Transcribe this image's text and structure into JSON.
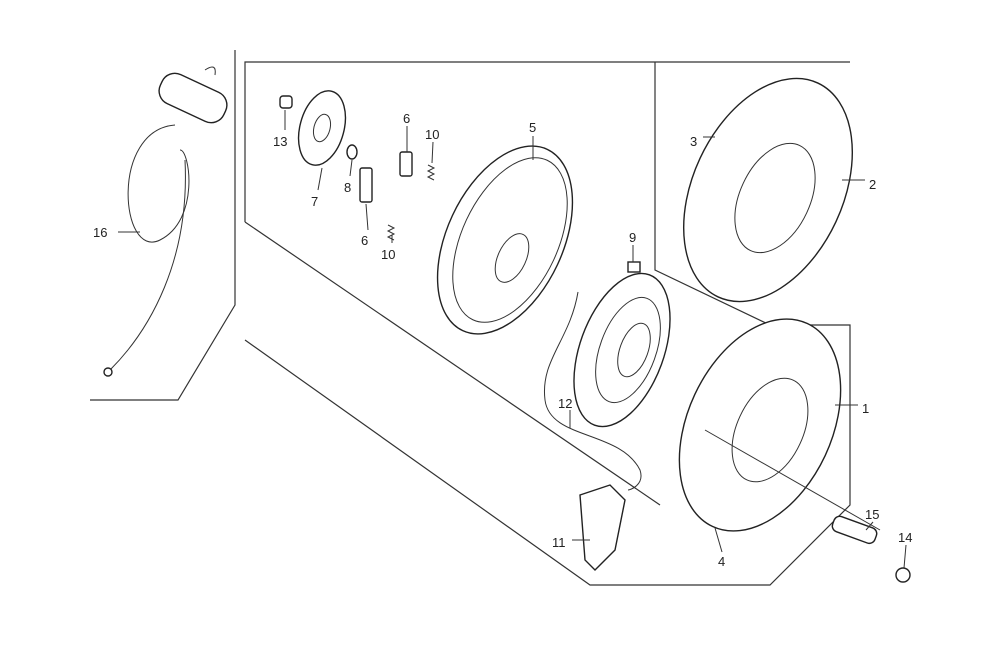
{
  "diagram": {
    "title_visible": false,
    "callouts": [
      {
        "id": "c16",
        "text": "16"
      },
      {
        "id": "c13",
        "text": "13"
      },
      {
        "id": "c7",
        "text": "7"
      },
      {
        "id": "c8",
        "text": "8"
      },
      {
        "id": "c6a",
        "text": "6"
      },
      {
        "id": "c10a",
        "text": "10"
      },
      {
        "id": "c6b",
        "text": "6"
      },
      {
        "id": "c10b",
        "text": "10"
      },
      {
        "id": "c5",
        "text": "5"
      },
      {
        "id": "c9",
        "text": "9"
      },
      {
        "id": "c3",
        "text": "3"
      },
      {
        "id": "c2",
        "text": "2"
      },
      {
        "id": "c1",
        "text": "1"
      },
      {
        "id": "c12",
        "text": "12"
      },
      {
        "id": "c11",
        "text": "11"
      },
      {
        "id": "c4",
        "text": "4"
      },
      {
        "id": "c15",
        "text": "15"
      },
      {
        "id": "c14",
        "text": "14"
      }
    ]
  }
}
